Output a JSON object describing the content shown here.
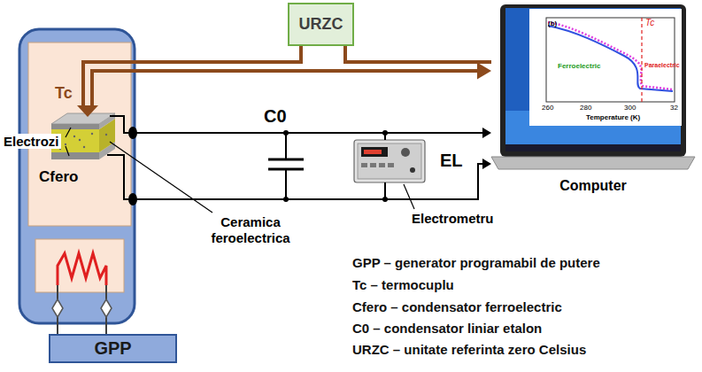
{
  "diagram": {
    "nodes": [
      {
        "text": [
          "URZC"
        ]
      },
      {
        "text": [
          "Tc",
          "Cfero"
        ]
      },
      {
        "text": [
          "EL"
        ]
      },
      {
        "text": [
          "Computer"
        ]
      },
      {
        "text": [
          "GPP"
        ]
      }
    ],
    "edges": [
      {
        "from": 1,
        "to": 3,
        "arrow": "to"
      },
      {
        "from": 0,
        "to": 1,
        "arrow": "none"
      },
      {
        "from": 0,
        "to": 3,
        "arrow": "none"
      },
      {
        "from": 1,
        "to": 3,
        "arrow": "to"
      },
      {
        "from": 1,
        "to": 3,
        "arrow": "to"
      },
      {
        "from": 1,
        "to": 2,
        "arrow": "none"
      },
      {
        "from": 1,
        "to": 2,
        "arrow": "none"
      }
    ],
    "labels": [
      "Electrozi",
      "C0",
      "Ceramica feroelectrica",
      "Electrometru",
      "(b)",
      "Tc",
      "Ferroelectric",
      "Paraelectric",
      "260",
      "280",
      "300",
      "32",
      "Temperature (K)",
      "GPP – generator programabil de putere",
      "Tc – termocuplu",
      "Cfero – condensator ferroelectric",
      "C0 – condensator liniar etalon",
      "URZC – unitate referinta zero Celsius"
    ]
  }
}
